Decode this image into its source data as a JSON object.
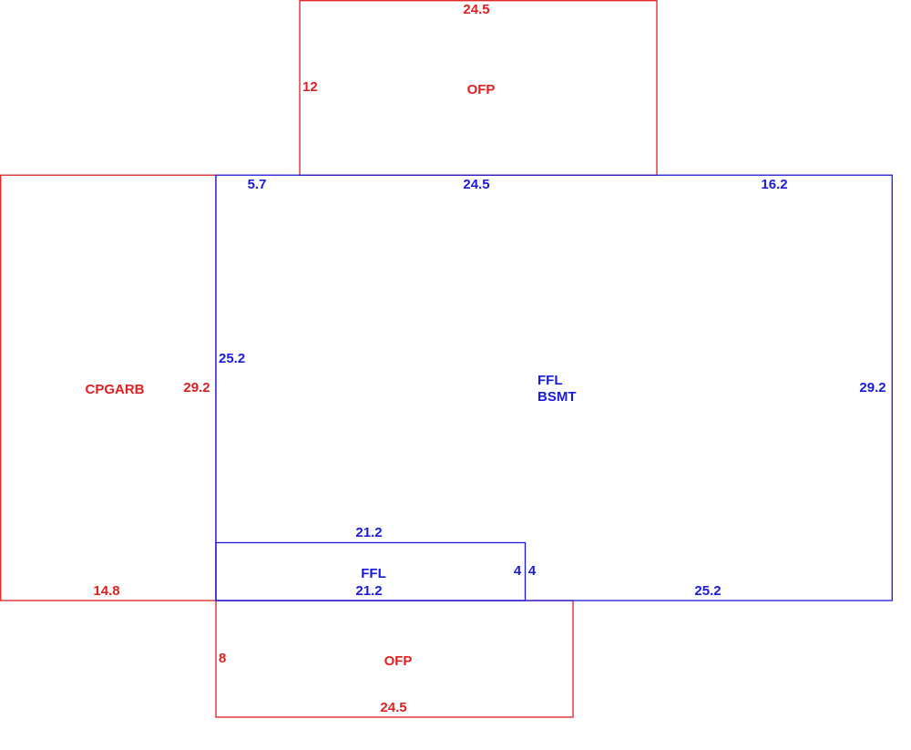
{
  "colors": {
    "red": "#e02020",
    "blue": "#1a1adc"
  },
  "areas": {
    "ofp_top": {
      "label": "OFP",
      "dim_top": "24.5",
      "dim_left": "12"
    },
    "cpgarb": {
      "label": "CPGARB",
      "dim_right": "29.2",
      "dim_bottom": "14.8"
    },
    "main": {
      "label_1": "FFL",
      "label_2": "BSMT",
      "dim_top_left": "5.7",
      "dim_top_mid": "24.5",
      "dim_top_right": "16.2",
      "dim_left": "25.2",
      "dim_right": "29.2",
      "dim_bottom_right": "25.2"
    },
    "ffl_small": {
      "label": "FFL",
      "dim_top": "21.2",
      "dim_bottom": "21.2",
      "dim_right_inner": "4",
      "dim_right_outer": "4"
    },
    "ofp_bottom": {
      "label": "OFP",
      "dim_left": "8",
      "dim_bottom": "24.5"
    }
  }
}
